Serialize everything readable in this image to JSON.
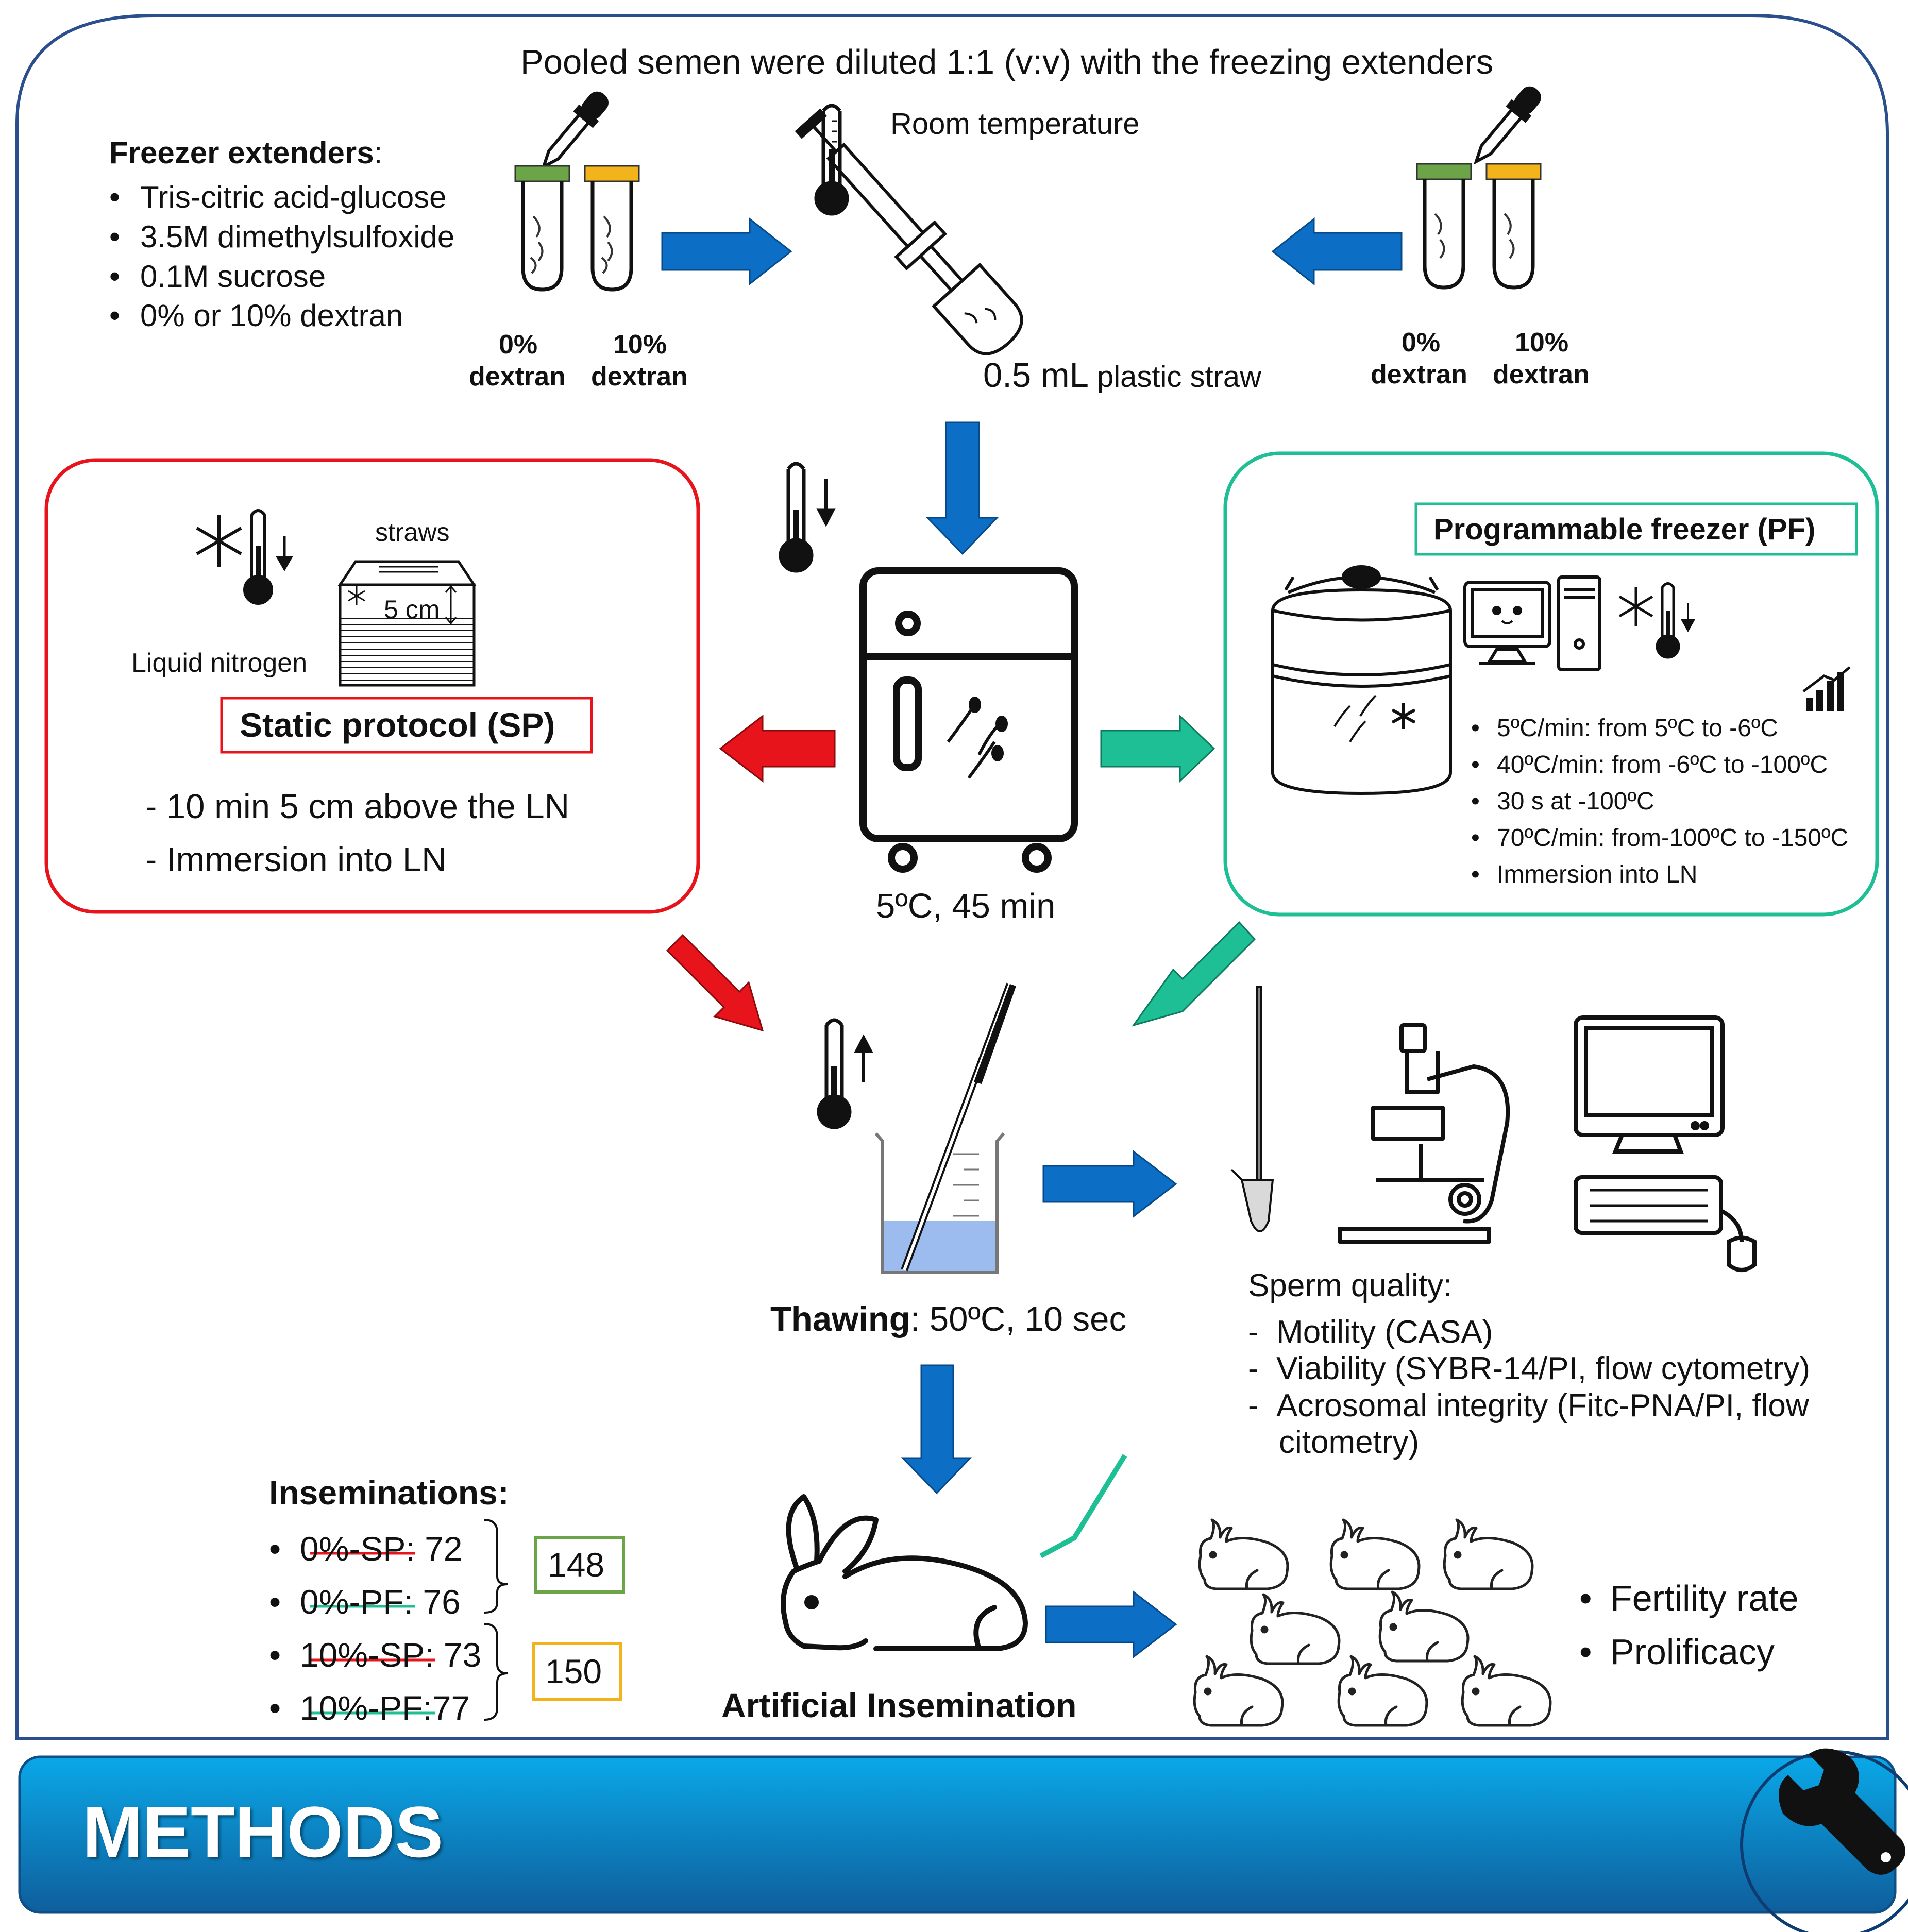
{
  "colors": {
    "frame": "#2b4f8c",
    "blue_arrow": "#0d6ec6",
    "red": "#e8141b",
    "teal": "#1fbf96",
    "tube_cap_green": "#6ba548",
    "tube_cap_yellow": "#f3b31b",
    "banner_top": "#0aa8e8",
    "banner_bottom": "#0f5e9c",
    "beaker_liquid": "#9cbcef"
  },
  "header": {
    "title": "Pooled semen were diluted 1:1 (v:v) with the freezing extenders",
    "room_temperature": "Room temperature",
    "straw_size": "0.5 mL",
    "straw_label": " plastic straw"
  },
  "extenders": {
    "heading": "Freezer extenders",
    "items": [
      "Tris-citric acid-glucose",
      "3.5M dimethylsulfoxide",
      "0.1M sucrose",
      "0% or 10% dextran"
    ]
  },
  "tubes_left": {
    "a": "0%",
    "a2": "dextran",
    "b": "10%",
    "b2": "dextran"
  },
  "tubes_right": {
    "a": "0%",
    "a2": "dextran",
    "b": "10%",
    "b2": "dextran"
  },
  "fridge": {
    "caption": "5ºC, 45 min"
  },
  "static_protocol": {
    "straws_label": "straws",
    "height_label": "5 cm",
    "ln_label": "Liquid nitrogen",
    "title": "Static protocol (SP)",
    "steps": [
      "- 10 min 5 cm above the LN",
      "- Immersion into LN"
    ]
  },
  "programmable_freezer": {
    "title": "Programmable freezer (PF)",
    "steps": [
      "5ºC/min: from 5ºC to -6ºC",
      "40ºC/min: from -6ºC to -100ºC",
      " 30 s at -100ºC",
      "70ºC/min: from-100ºC to -150ºC",
      "Immersion into LN"
    ]
  },
  "thawing": {
    "label": "Thawing",
    "detail": ": 50ºC, 10 sec"
  },
  "sperm_quality": {
    "heading": "Sperm quality:",
    "items": [
      "Motility (CASA)",
      "Viability (SYBR-14/PI, flow cytometry)",
      "Acrosomal integrity (Fitc-PNA/PI, flow",
      "citometry)"
    ]
  },
  "inseminations": {
    "heading": "Inseminations:",
    "rows": [
      {
        "label": "0%-SP",
        "value": ": 72"
      },
      {
        "label": "0%-PF",
        "value": ": 76"
      },
      {
        "label": "10%-SP",
        "value": ": 73"
      },
      {
        "label": "10%-PF",
        "value": ":77"
      }
    ],
    "total_0": "148",
    "total_10": "150"
  },
  "artificial_insemination": {
    "label": "Artificial Insemination"
  },
  "outcomes": {
    "items": [
      "Fertility rate",
      "Prolificacy"
    ]
  },
  "banner": {
    "title": "METHODS",
    "icon": "wrench-icon"
  }
}
